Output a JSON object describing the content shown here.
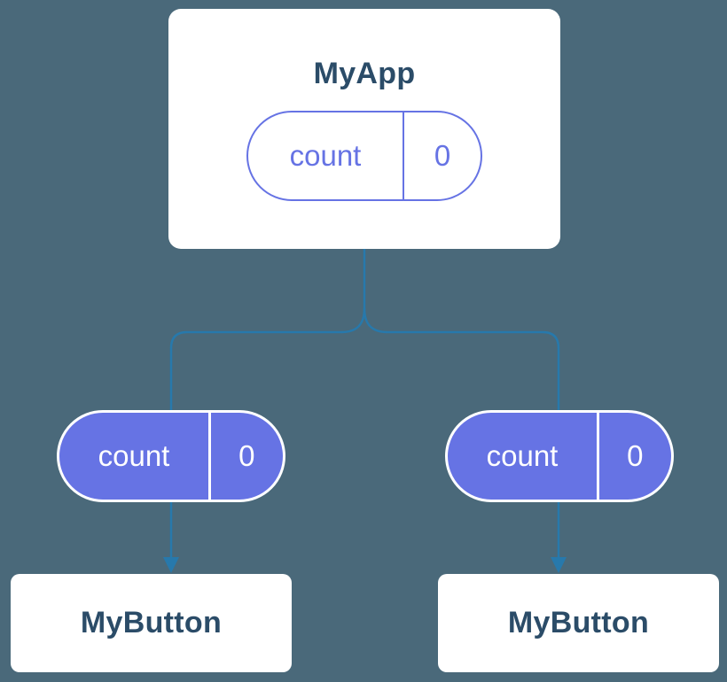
{
  "diagram": {
    "type": "component-tree",
    "colors": {
      "bg": "#4a697a",
      "line": "#2779ac",
      "purple": "#6673e4",
      "navy": "#2b4c68",
      "white": "#ffffff"
    },
    "root": {
      "label": "MyApp",
      "state": {
        "key": "count",
        "value": "0"
      }
    },
    "props": [
      {
        "key": "count",
        "value": "0"
      },
      {
        "key": "count",
        "value": "0"
      }
    ],
    "children": [
      {
        "label": "MyButton"
      },
      {
        "label": "MyButton"
      }
    ]
  }
}
